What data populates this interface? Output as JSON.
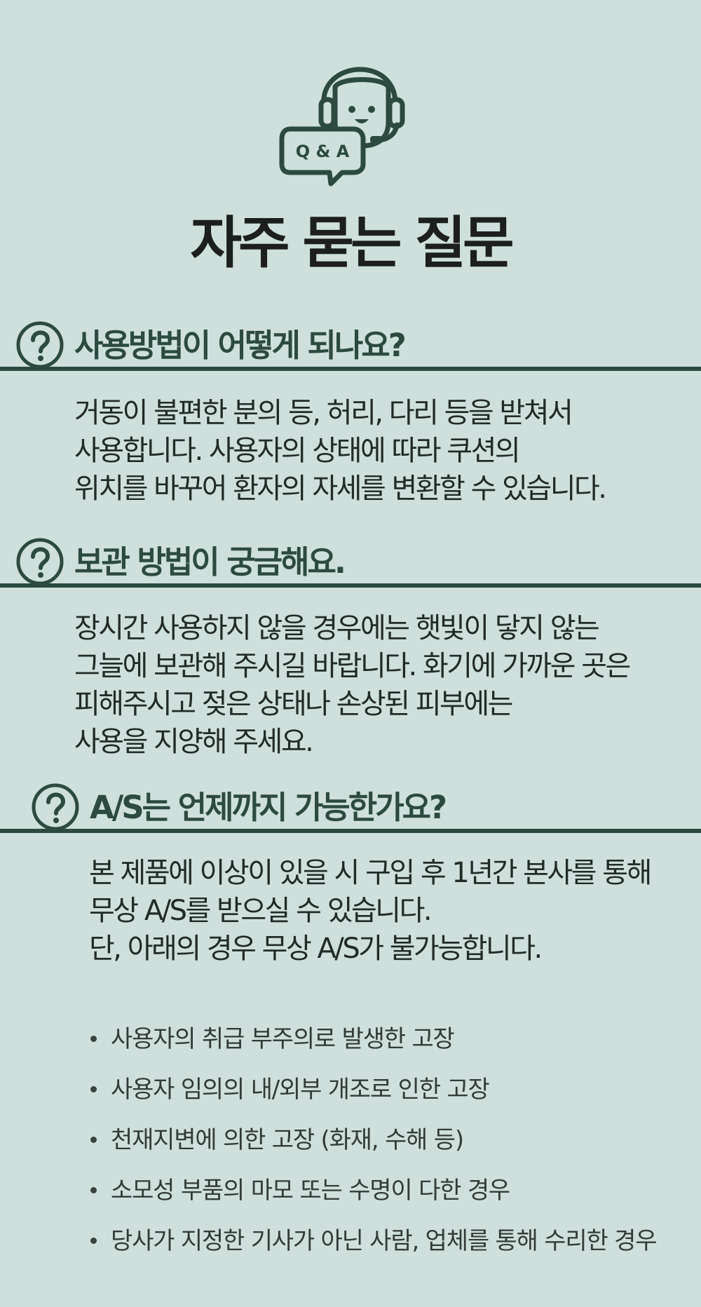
{
  "hero": {
    "icon": "support-agent-qa-icon",
    "bubble_text": "Q & A",
    "title": "자주 묻는 질문"
  },
  "colors": {
    "background": "#cfe0dc",
    "accent": "#2c4a40",
    "title": "#1c1f1c"
  },
  "faq": [
    {
      "icon": "question-circle-icon",
      "question": "사용방법이 어떻게 되나요?",
      "answer_lines": [
        "거동이 불편한 분의 등, 허리, 다리 등을 받쳐서",
        "사용합니다. 사용자의 상태에 따라 쿠션의",
        "위치를 바꾸어 환자의 자세를 변환할 수 있습니다."
      ]
    },
    {
      "icon": "question-circle-icon",
      "question": "보관 방법이 궁금해요.",
      "answer_lines": [
        "장시간 사용하지 않을 경우에는 햇빛이 닿지 않는",
        "그늘에 보관해 주시길 바랍니다. 화기에 가까운 곳은",
        "피해주시고 젖은 상태나 손상된 피부에는",
        "사용을 지양해 주세요."
      ]
    },
    {
      "icon": "question-circle-icon",
      "question": "A/S는 언제까지 가능한가요?",
      "answer_lines": [
        "본 제품에 이상이 있을 시 구입 후 1년간 본사를 통해",
        "무상 A/S를 받으실 수 있습니다.",
        "단, 아래의 경우 무상 A/S가 불가능합니다."
      ],
      "exceptions": [
        "사용자의 취급 부주의로 발생한 고장",
        "사용자 임의의 내/외부 개조로 인한 고장",
        "천재지변에 의한 고장 (화재, 수해 등)",
        "소모성 부품의 마모 또는 수명이 다한 경우",
        "당사가 지정한 기사가 아닌 사람, 업체를 통해 수리한 경우"
      ]
    }
  ]
}
